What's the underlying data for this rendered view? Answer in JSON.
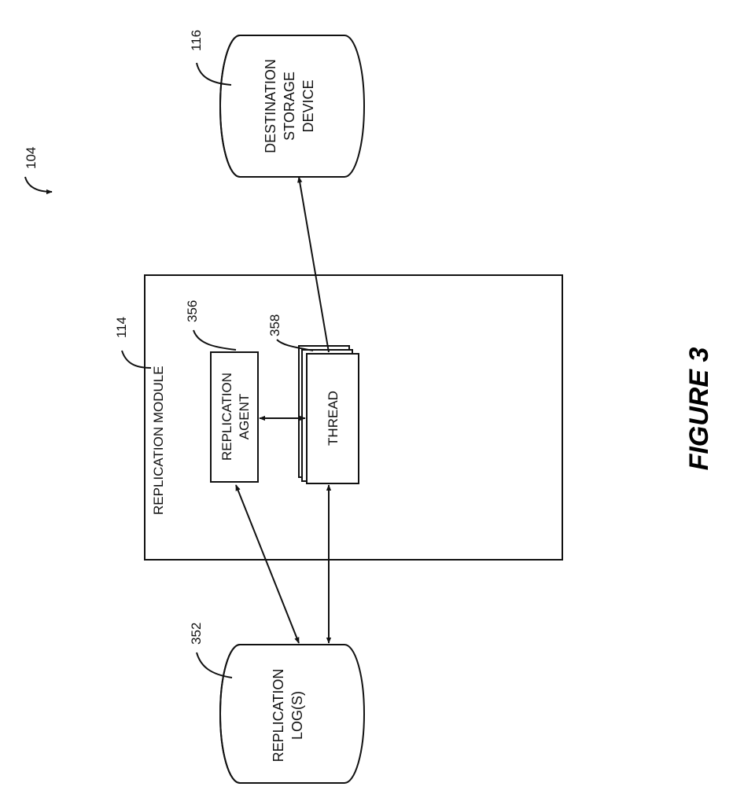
{
  "diagram": {
    "ref_system": "104",
    "replication_module": {
      "ref": "114",
      "label": "REPLICATION MODULE"
    },
    "replication_agent": {
      "ref": "356",
      "line1": "REPLICATION",
      "line2": "AGENT"
    },
    "thread": {
      "ref": "358",
      "label": "THREAD"
    },
    "destination_storage": {
      "ref": "116",
      "line1": "DESTINATION",
      "line2": "STORAGE",
      "line3": "DEVICE"
    },
    "replication_logs": {
      "ref": "352",
      "line1": "REPLICATION",
      "line2": "LOG(S)"
    },
    "figure_label": "FIGURE 3"
  }
}
